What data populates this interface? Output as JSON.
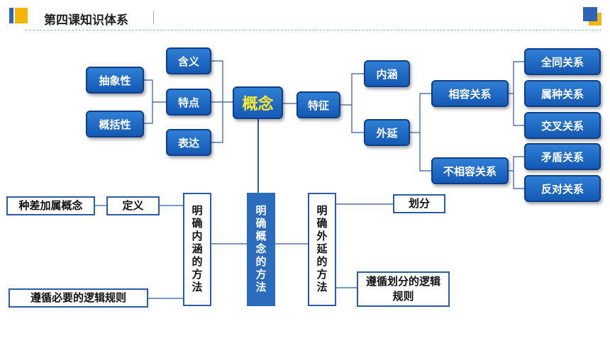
{
  "header": {
    "title": "第四课知识体系"
  },
  "colors": {
    "node_fill": "#1e6cc8",
    "center_text": "#ffe830",
    "box_border": "#2a5aa8",
    "accent": "#f5b400"
  },
  "left_branch": {
    "features": [
      "抽象性",
      "概括性"
    ],
    "aspects": [
      "含义",
      "特点",
      "表达"
    ]
  },
  "center": {
    "label": "概念"
  },
  "right_branch": {
    "feature": "特征",
    "parts": [
      "内涵",
      "外延"
    ],
    "compatible": {
      "label": "相容关系",
      "items": [
        "全同关系",
        "属种关系",
        "交叉关系"
      ]
    },
    "incompatible": {
      "label": "不相容关系",
      "items": [
        "矛盾关系",
        "反对关系"
      ]
    }
  },
  "methods": {
    "left_outer_1": "种差加属概念",
    "left_inner_1": "定义",
    "left_outer_2": "遵循必要的逻辑规则",
    "left_vertical": "明确内涵的方法",
    "center_vertical": "明确概念的方法",
    "right_vertical": "明确外延的方法",
    "right_1": "划分",
    "right_2": "遵循划分的逻辑规则"
  }
}
